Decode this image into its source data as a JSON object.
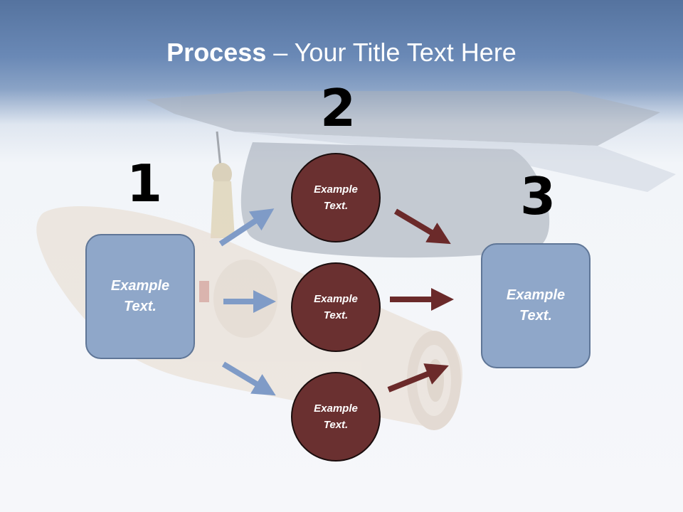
{
  "title": {
    "bold": "Process",
    "rest": " – Your Title Text Here"
  },
  "steps": {
    "step1_number": "1",
    "step2_number": "2",
    "step3_number": "3"
  },
  "boxes": {
    "left": "Example\nText.",
    "right": "Example\nText."
  },
  "circles": {
    "top": "Example\nText.",
    "middle": "Example\nText.",
    "bottom": "Example\nText."
  },
  "colors": {
    "box_fill": "#8fa7c9",
    "circle_fill": "#6a3030",
    "blue_arrow": "#7f9bc7",
    "red_arrow": "#6b2a2a",
    "header_blue": "#6a89b6"
  },
  "icons": [
    "graduation-cap-icon",
    "diploma-scroll-icon"
  ]
}
